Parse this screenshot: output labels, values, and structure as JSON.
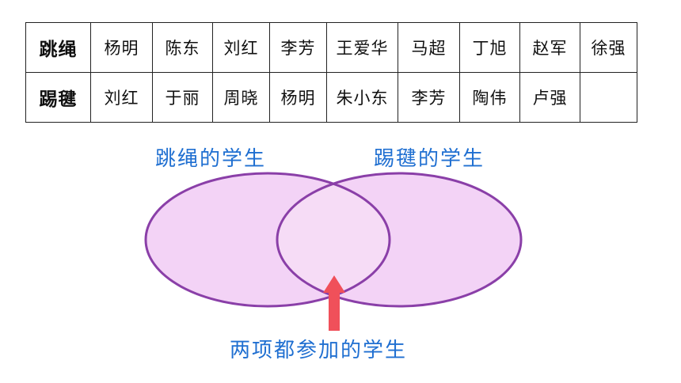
{
  "table": {
    "rows": [
      {
        "header": "跳绳",
        "cells": [
          "杨明",
          "陈东",
          "刘红",
          "李芳",
          "王爱华",
          "马超",
          "丁旭",
          "赵军",
          "徐强"
        ]
      },
      {
        "header": "踢毽",
        "cells": [
          "刘红",
          "于丽",
          "周晓",
          "杨明",
          "朱小东",
          "李芳",
          "陶伟",
          "卢强",
          ""
        ]
      }
    ]
  },
  "venn": {
    "left_label": "跳绳的学生",
    "right_label": "踢毽的学生",
    "intersection_label": "两项都参加的学生"
  },
  "colors": {
    "label_blue": "#1f6fd1",
    "circle_fill": "#f3d3f6",
    "intersection_fill": "#f6dcf6",
    "circle_stroke": "#8a3fa8",
    "arrow": "#f0505a"
  }
}
